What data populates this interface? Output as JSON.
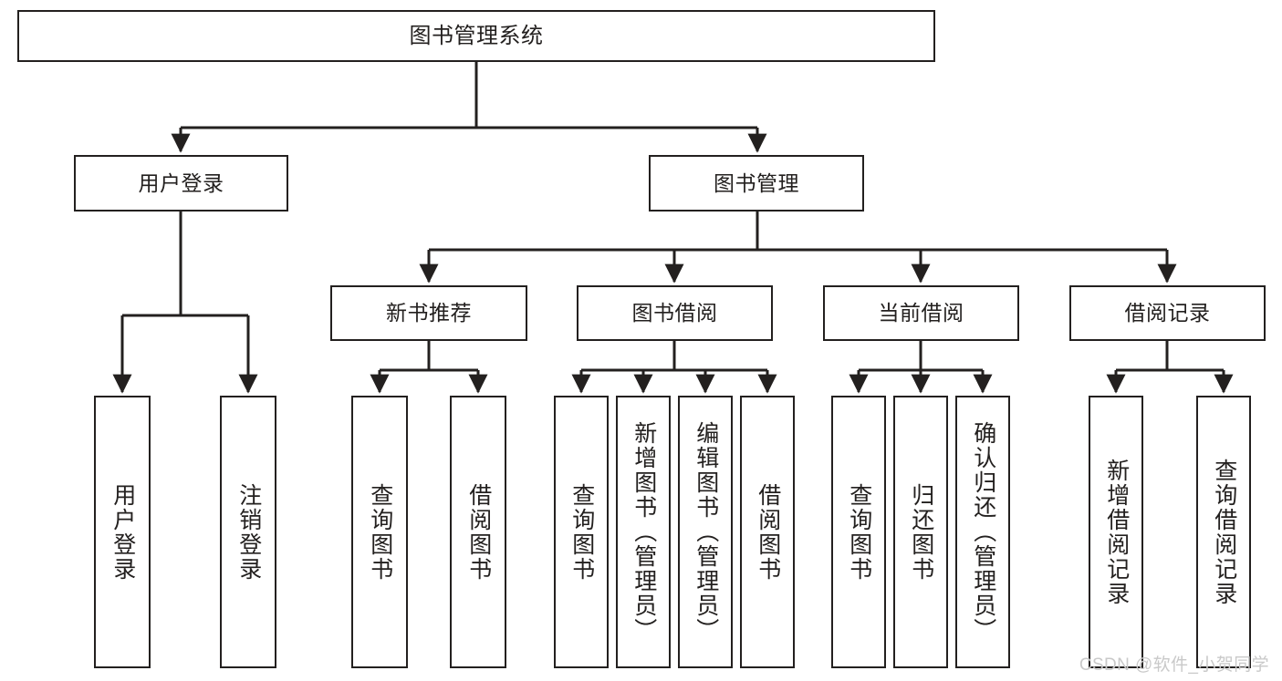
{
  "diagram": {
    "type": "tree-hierarchy",
    "title": "图书管理系统",
    "orientation": "top-down",
    "colors": {
      "stroke": "#23201f",
      "fill": "#ffffff",
      "text": "#23201f",
      "watermark": "#c9c9c9"
    },
    "watermark": "CSDN @软件_小贺同学"
  },
  "nodes": {
    "root": {
      "label": "图书管理系统"
    },
    "level2": [
      {
        "label": "用户登录"
      },
      {
        "label": "图书管理"
      }
    ],
    "level3": [
      {
        "label": "新书推荐"
      },
      {
        "label": "图书借阅"
      },
      {
        "label": "当前借阅"
      },
      {
        "label": "借阅记录"
      }
    ],
    "leaves": {
      "user_login": [
        {
          "label": "用户登录"
        },
        {
          "label": "注销登录"
        }
      ],
      "new_book": [
        {
          "label": "查询图书"
        },
        {
          "label": "借阅图书"
        }
      ],
      "book_borrow": [
        {
          "label": "查询图书"
        },
        {
          "label": "新增图书（管理员）"
        },
        {
          "label": "编辑图书（管理员）"
        },
        {
          "label": "借阅图书"
        }
      ],
      "current_borrow": [
        {
          "label": "查询图书"
        },
        {
          "label": "归还图书"
        },
        {
          "label": "确认归还（管理员）"
        }
      ],
      "borrow_record": [
        {
          "label": "新增借阅记录"
        },
        {
          "label": "查询借阅记录"
        }
      ]
    }
  }
}
